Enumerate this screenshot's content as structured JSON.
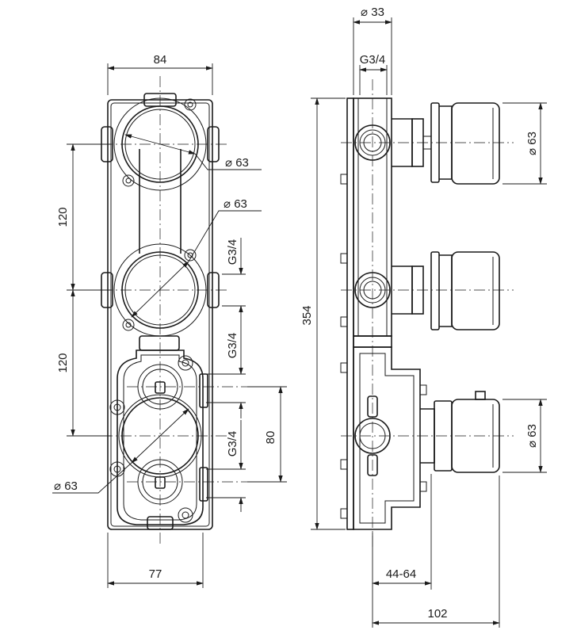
{
  "front_view": {
    "width_top": "84",
    "width_bottom": "77",
    "spacing_upper": "120",
    "spacing_lower": "120",
    "diam_top": "⌀ 63",
    "diam_middle": "⌀ 63",
    "diam_bottom": "⌀ 63",
    "thread_middle": "G3/4",
    "thread_lower_a": "G3/4",
    "thread_lower_b": "G3/4",
    "outlet_spacing": "80"
  },
  "side_view": {
    "diam_body": "⌀ 33",
    "thread_top": "G3/4",
    "height_total": "354",
    "diam_handle_top": "⌀ 63",
    "diam_handle_bottom": "⌀ 63",
    "depth_adjust": "44-64",
    "depth_total": "102"
  }
}
